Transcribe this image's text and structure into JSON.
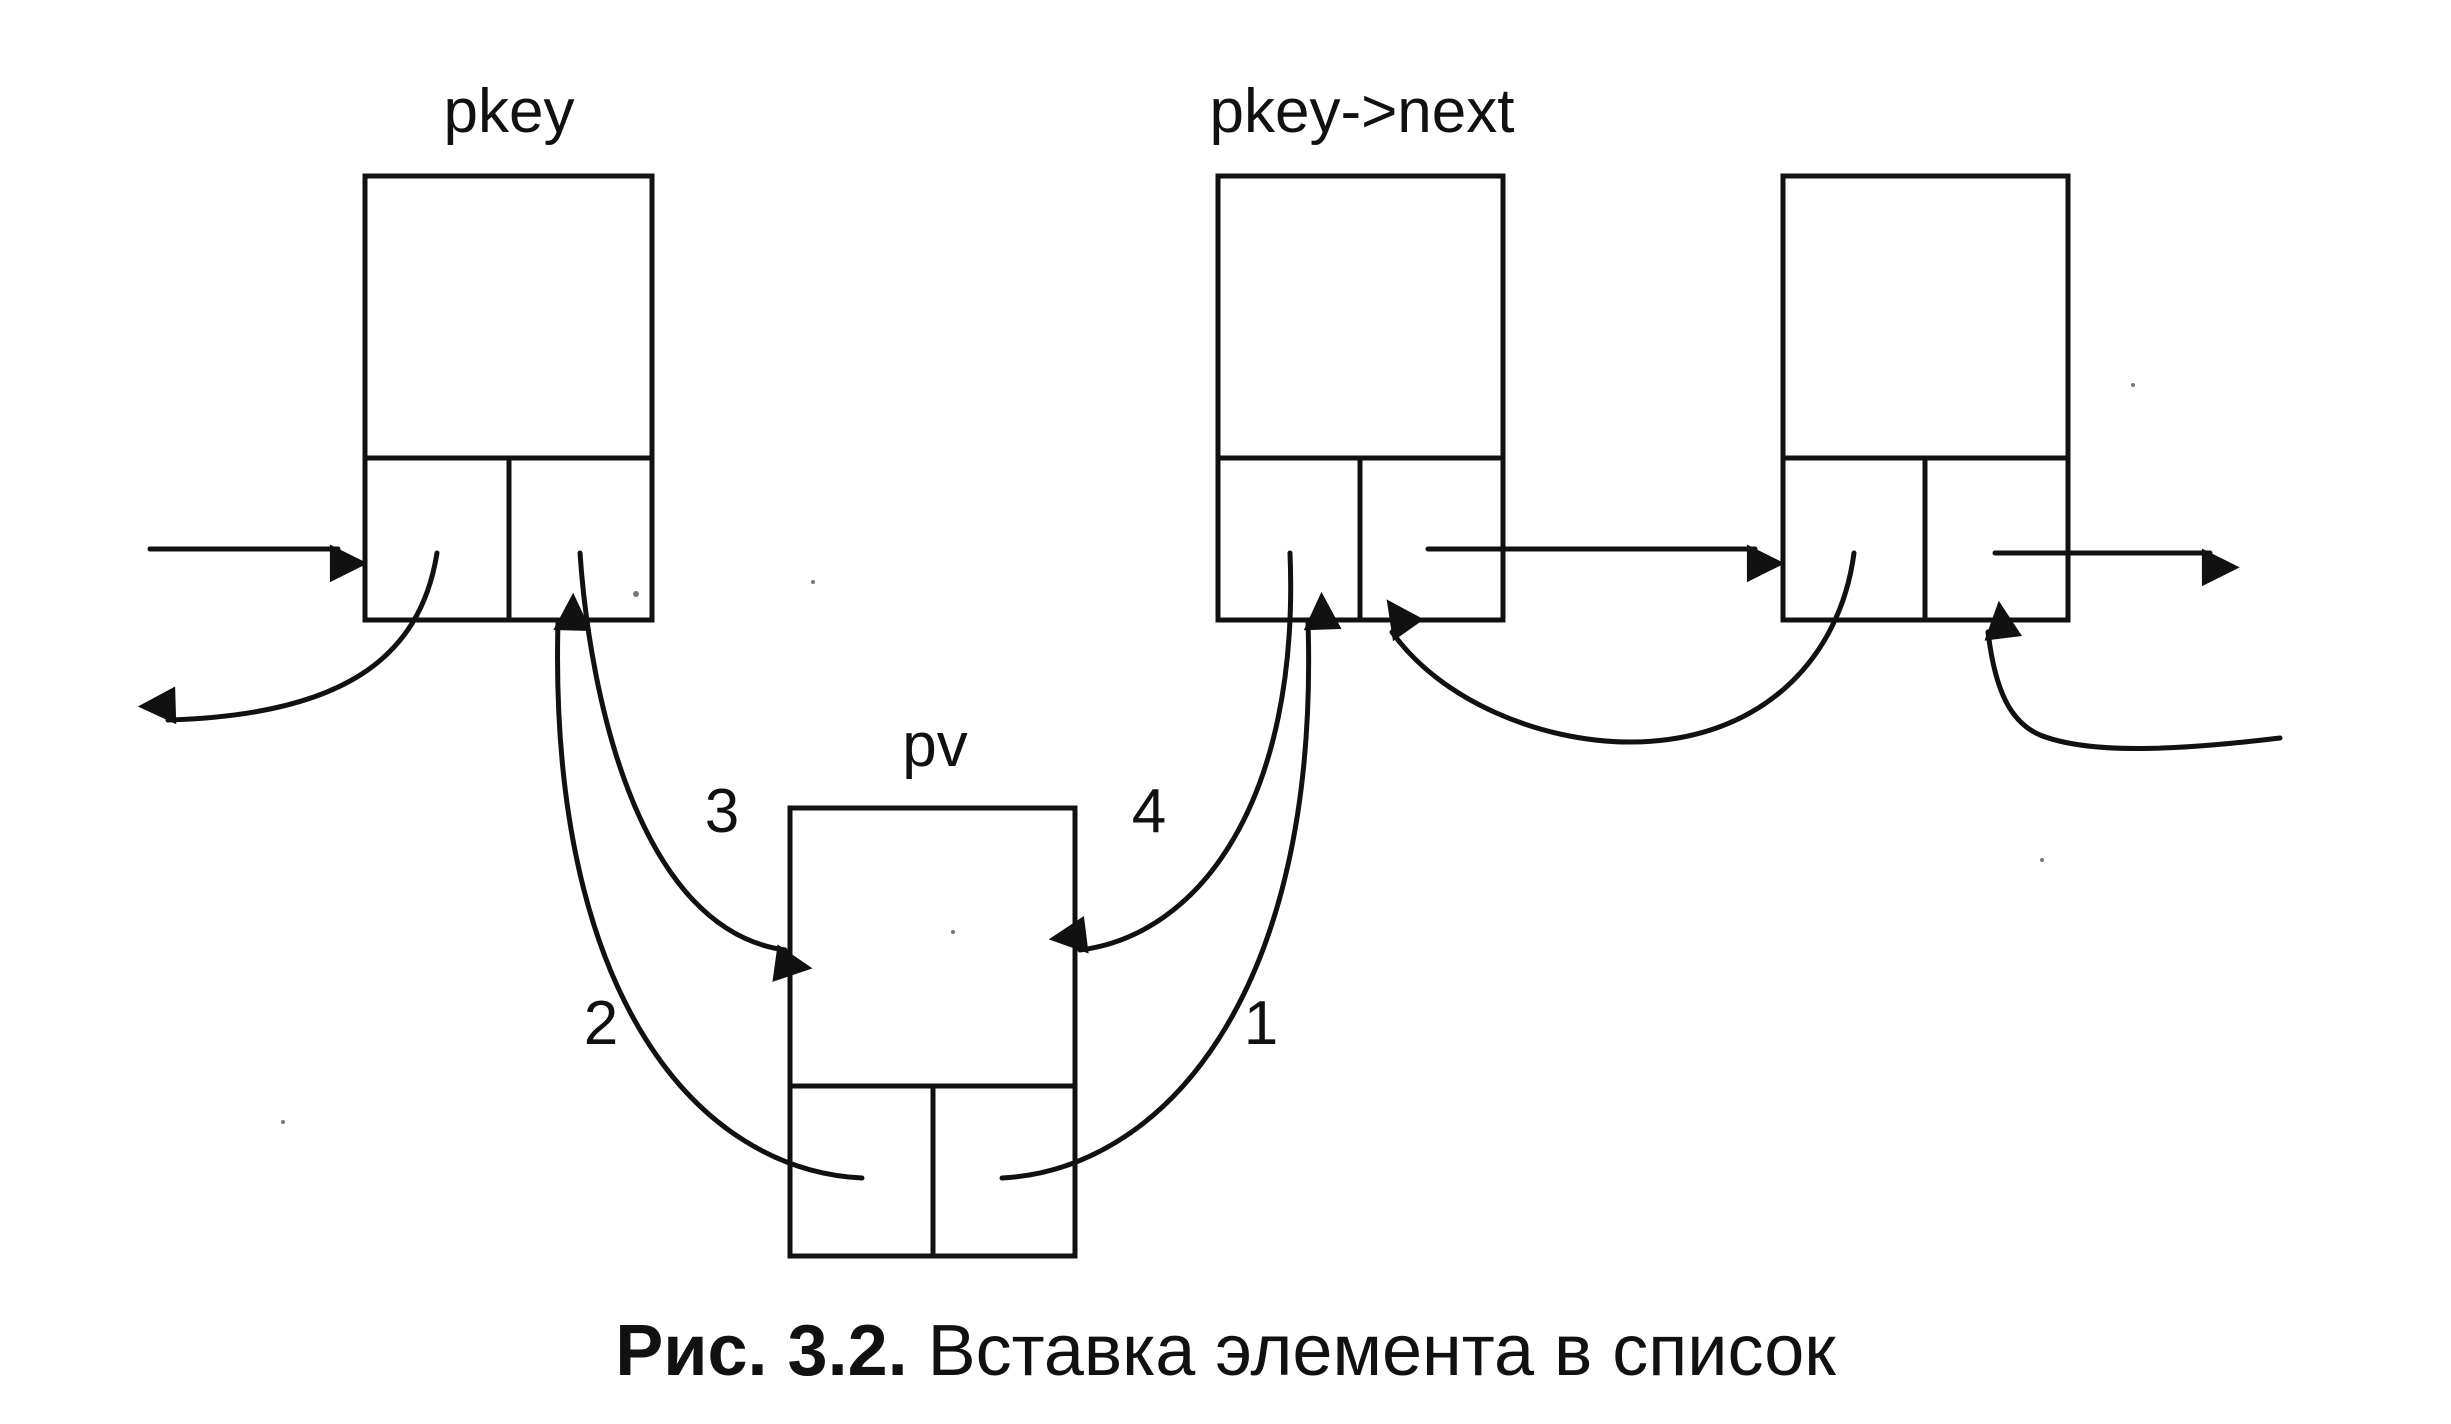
{
  "labels": {
    "node_pkey": "pkey",
    "node_pkey_next": "pkey->next",
    "node_pv": "pv"
  },
  "step_numbers": {
    "step1": "1",
    "step2": "2",
    "step3": "3",
    "step4": "4"
  },
  "caption": {
    "figure_number": "Рис. 3.2.",
    "text": "Вставка элемента в список"
  },
  "colors": {
    "ink": "#111111",
    "background": "#ffffff"
  }
}
